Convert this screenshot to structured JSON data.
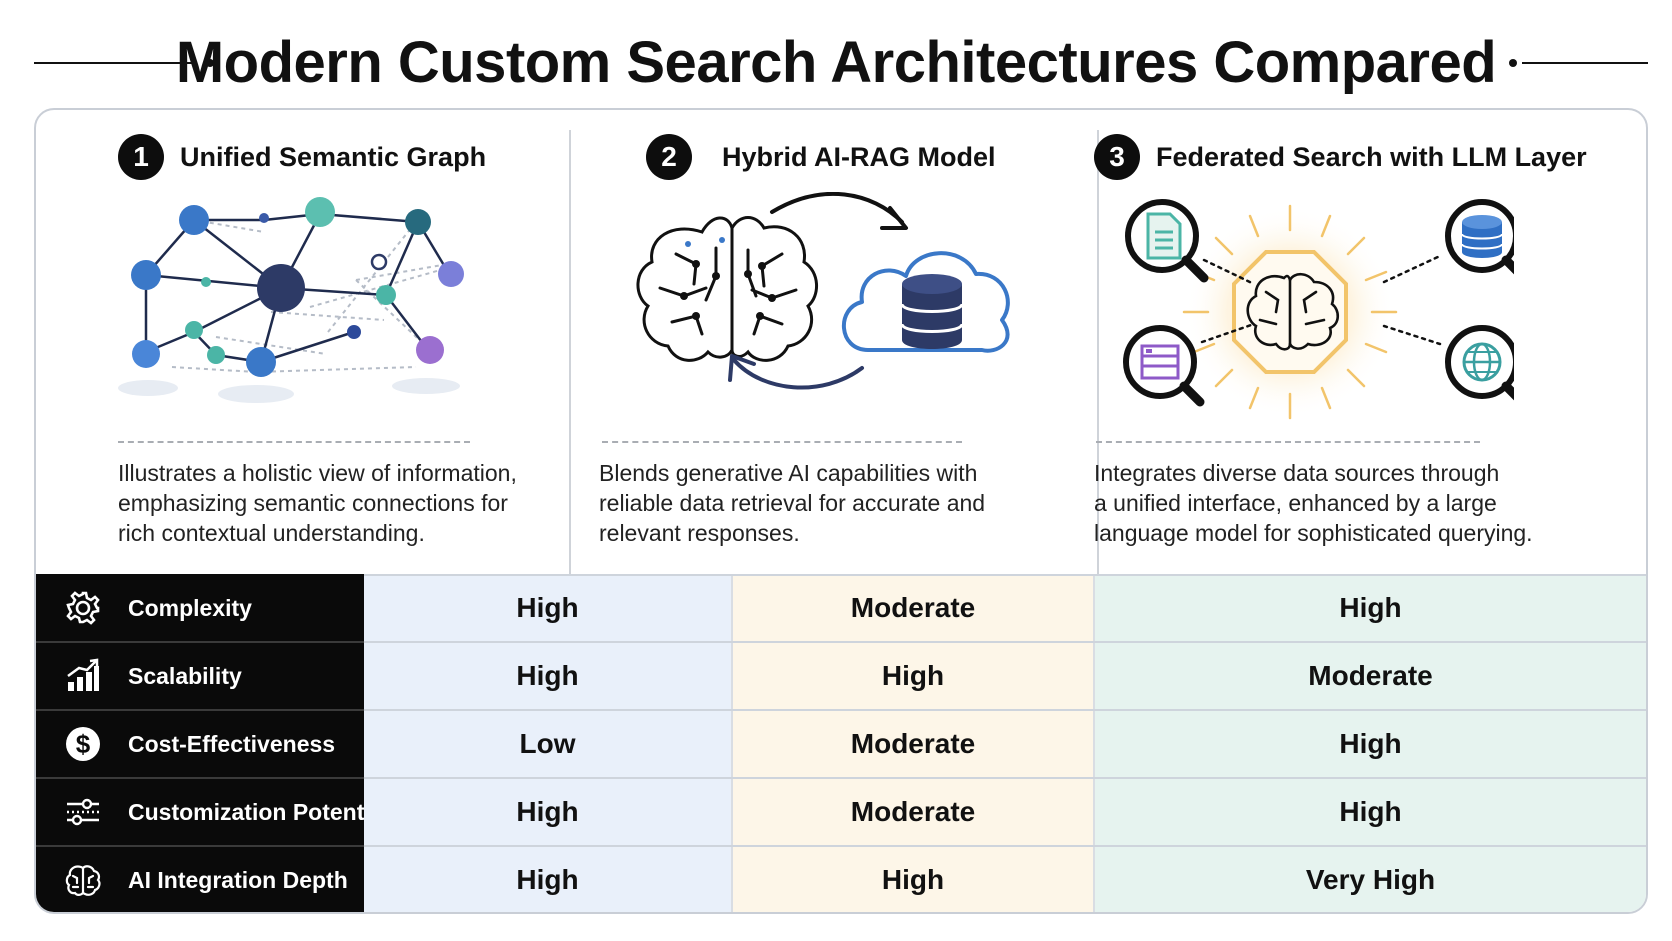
{
  "title": "Modern Custom Search Architectures Compared",
  "columns": [
    {
      "number": "1",
      "title": "Unified Semantic Graph",
      "description": [
        "Illustrates a holistic view of information,",
        "emphasizing semantic connections for",
        "rich contextual understanding."
      ],
      "icon": "semantic-graph-network-icon"
    },
    {
      "number": "2",
      "title": "Hybrid AI-RAG Model",
      "description": [
        "Blends generative AI capabilities with",
        "reliable data retrieval for accurate and",
        "relevant responses."
      ],
      "icon": "brain-cloud-database-cycle-icon"
    },
    {
      "number": "3",
      "title": "Federated Search with LLM Layer",
      "description": [
        "Integrates diverse data sources through",
        "a unified interface, enhanced by a large",
        "language model for sophisticated querying."
      ],
      "icon": "brain-with-magnifier-sources-icon"
    }
  ],
  "rows": [
    {
      "label": "Complexity",
      "icon": "gear-icon",
      "values": [
        "High",
        "Moderate",
        "High"
      ]
    },
    {
      "label": "Scalability",
      "icon": "growth-chart-icon",
      "values": [
        "High",
        "High",
        "Moderate"
      ]
    },
    {
      "label": "Cost-Effectiveness",
      "icon": "dollar-icon",
      "values": [
        "Low",
        "Moderate",
        "High"
      ]
    },
    {
      "label": "Customization Potential",
      "icon": "sliders-icon",
      "values": [
        "High",
        "Moderate",
        "High"
      ]
    },
    {
      "label": "AI Integration Depth",
      "icon": "brain-icon",
      "values": [
        "High",
        "High",
        "Very High"
      ]
    }
  ],
  "colors": {
    "col1_tint": "#e9f0fa",
    "col2_tint": "#fdf6e8",
    "col3_tint": "#e6f3ef",
    "label_bg": "#0a0a0a",
    "accent_navy": "#2d3a66",
    "accent_blue": "#3a78c8",
    "accent_teal": "#4bb5a6",
    "accent_gold": "#f2c46a"
  }
}
